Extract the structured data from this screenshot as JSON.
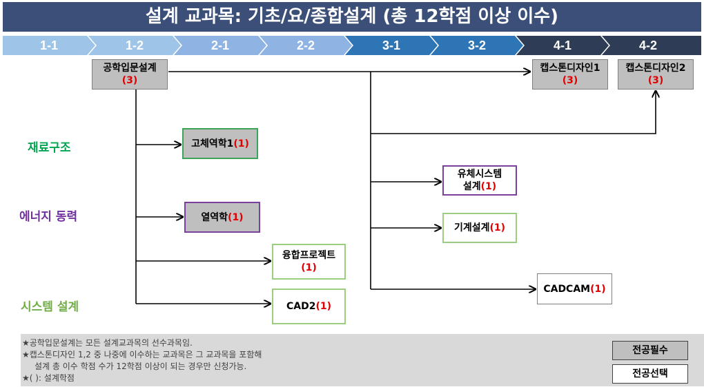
{
  "title": "설계 교과목: 기초/요/종합설계 (총 12학점 이상 이수)",
  "semesters": [
    "1-1",
    "1-2",
    "2-1",
    "2-2",
    "3-1",
    "3-2",
    "4-1",
    "4-2"
  ],
  "colors": {
    "title_bg": "#3b4f78",
    "semester_fills": [
      "#9ec5e8",
      "#9ec5e8",
      "#8fb4e3",
      "#8fb4e3",
      "#2e75b6",
      "#2e75b6",
      "#2f3c55",
      "#2f3c55"
    ],
    "required_fill": "#bfbfbf",
    "credit_red": "#e00000"
  },
  "courses": {
    "engineering_intro": {
      "name": "공학입문설계",
      "credit": "(3)"
    },
    "capstone1": {
      "name": "캡스톤디자인1",
      "credit": "(3)"
    },
    "capstone2": {
      "name": "캡스톤디자인2",
      "credit": "(3)"
    },
    "solid_mechanics": {
      "name": "고체역학1",
      "credit": "(1)"
    },
    "thermodynamics": {
      "name": "열역학",
      "credit": "(1)"
    },
    "convergence_project": {
      "name": "융합프로젝트",
      "credit": "(1)"
    },
    "cad2": {
      "name": "CAD2",
      "credit": "(1)"
    },
    "fluid_system": {
      "name_line1": "유체시스템",
      "name_line2": "설계",
      "credit": "(1)"
    },
    "machine_design": {
      "name": "기계설계",
      "credit": "(1)"
    },
    "cadcam": {
      "name": "CADCAM",
      "credit": "(1)"
    }
  },
  "categories": {
    "materials": {
      "label": "재료구조",
      "color": "#00a650"
    },
    "energy": {
      "label": "에너지 동력",
      "color": "#7030a0"
    },
    "system": {
      "label": "시스템 설계",
      "color": "#70ad47"
    }
  },
  "notes": [
    "★공학입문설계는 모든 설계교과목의 선수과목임.",
    "★캡스톤디자인 1,2 중 나중에 이수하는 교과목은 그 교과목을 포함해",
    "설계 총 이수 학점 수가 12학점 이상이 되는 경우만 신청가능.",
    "★(          ): 설계학점"
  ],
  "legend": {
    "required": "전공필수",
    "elective": "전공선택"
  }
}
